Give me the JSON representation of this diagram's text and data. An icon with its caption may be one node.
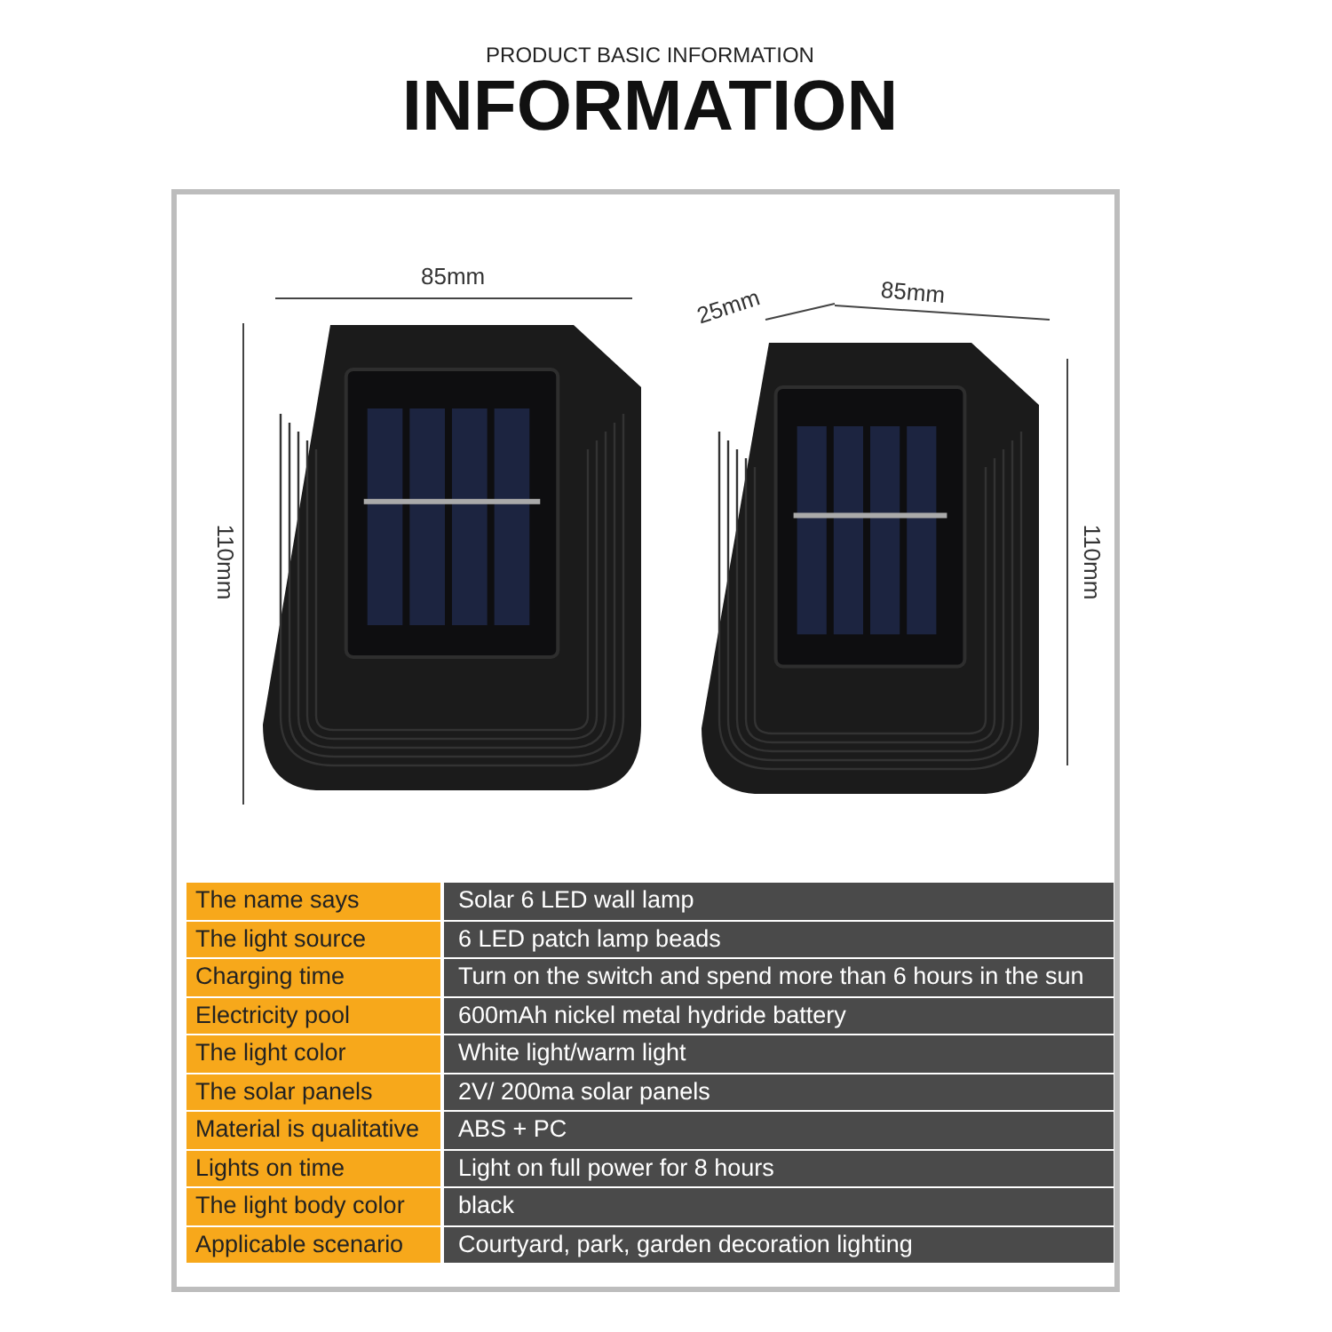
{
  "diagram": {
    "title": "INFORMATION",
    "labels": [
      "PRODUCT BASIC INFORMATION",
      "85mm",
      "110mm",
      "25mm",
      "85mm",
      "110mm",
      "The name says",
      "Solar 6 LED wall lamp",
      "The light source",
      "6 LED patch lamp beads",
      "Charging time",
      "Turn on the switch and spend more than 6 hours in the sun",
      "Electricity pool",
      "600mAh nickel metal hydride battery",
      "The light color",
      "White light/warm light",
      "The solar panels",
      "2V/ 200ma solar panels",
      "Material is qualitative",
      "ABS + PC",
      "Lights on time",
      "Light on full power for 8 hours",
      "The light body color",
      "black",
      "Applicable scenario",
      "Courtyard, park, garden decoration lighting"
    ]
  }
}
